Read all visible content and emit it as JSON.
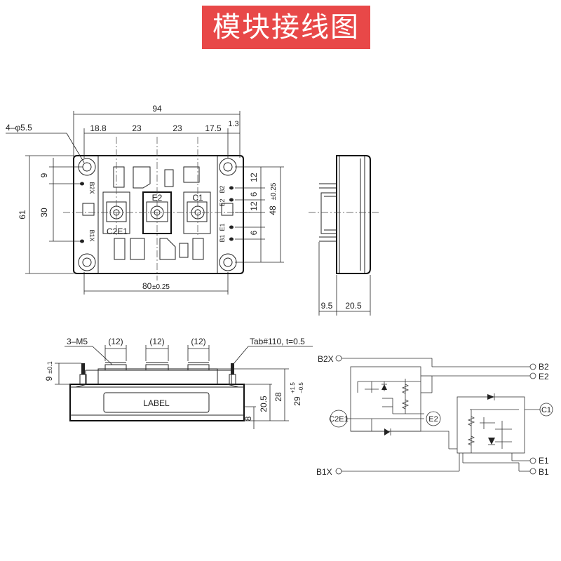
{
  "title": "模块接线图",
  "top_view": {
    "dims": {
      "overall_width": "94",
      "hole": "4–φ5.5",
      "seg1": "18.8",
      "seg2": "23",
      "seg3": "23",
      "seg4": "17.5",
      "seg5": "1.3",
      "height": "61",
      "height_inner": "30",
      "top_offset": "9",
      "hole_spacing": "80",
      "hole_spacing_tol": "±0.25",
      "right_12a": "12",
      "right_6a": "6",
      "right_12b": "12",
      "right_6b": "6",
      "right_48": "48",
      "right_48_tol": "±0.25"
    },
    "labels": {
      "b2x": "B2X",
      "b1x": "B1X",
      "e2_small": "E2",
      "b2_small": "B2",
      "b1_small": "B1",
      "e1_small": "E1",
      "c2e1": "C2E1",
      "e2": "E2",
      "c1": "C1"
    }
  },
  "side_view": {
    "dim_a": "9.5",
    "dim_b": "20.5"
  },
  "front_view": {
    "screws": "3–M5",
    "pitch1": "(12)",
    "pitch2": "(12)",
    "pitch3": "(12)",
    "tab": "Tab#110, t=0.5",
    "label": "LABEL",
    "h9": "9",
    "h9_tol": "±0.1",
    "h8": "8",
    "h20_5": "20.5",
    "h28": "28",
    "h29": "29",
    "h29_tol_up": "+1.5",
    "h29_tol_dn": "−0.5"
  },
  "circuit": {
    "b2x": "B2X",
    "b2": "B2",
    "e2": "E2",
    "c2e1": "C2E1",
    "e2_node": "E2",
    "c1": "C1",
    "e1": "E1",
    "b1x": "B1X",
    "b1": "B1"
  },
  "colors": {
    "banner": "#e84848",
    "banner_text": "#ffffff",
    "line": "#222222",
    "module_dark": "#d9d9d9"
  }
}
